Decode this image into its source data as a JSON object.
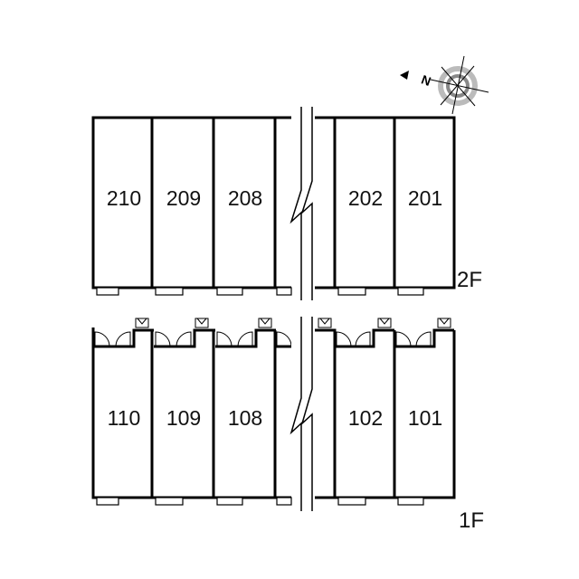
{
  "compass": {
    "label": "N"
  },
  "floor2": {
    "label": "2F",
    "units": [
      "210",
      "209",
      "208",
      "202",
      "201"
    ]
  },
  "floor1": {
    "label": "1F",
    "units": [
      "110",
      "109",
      "108",
      "102",
      "101"
    ]
  }
}
